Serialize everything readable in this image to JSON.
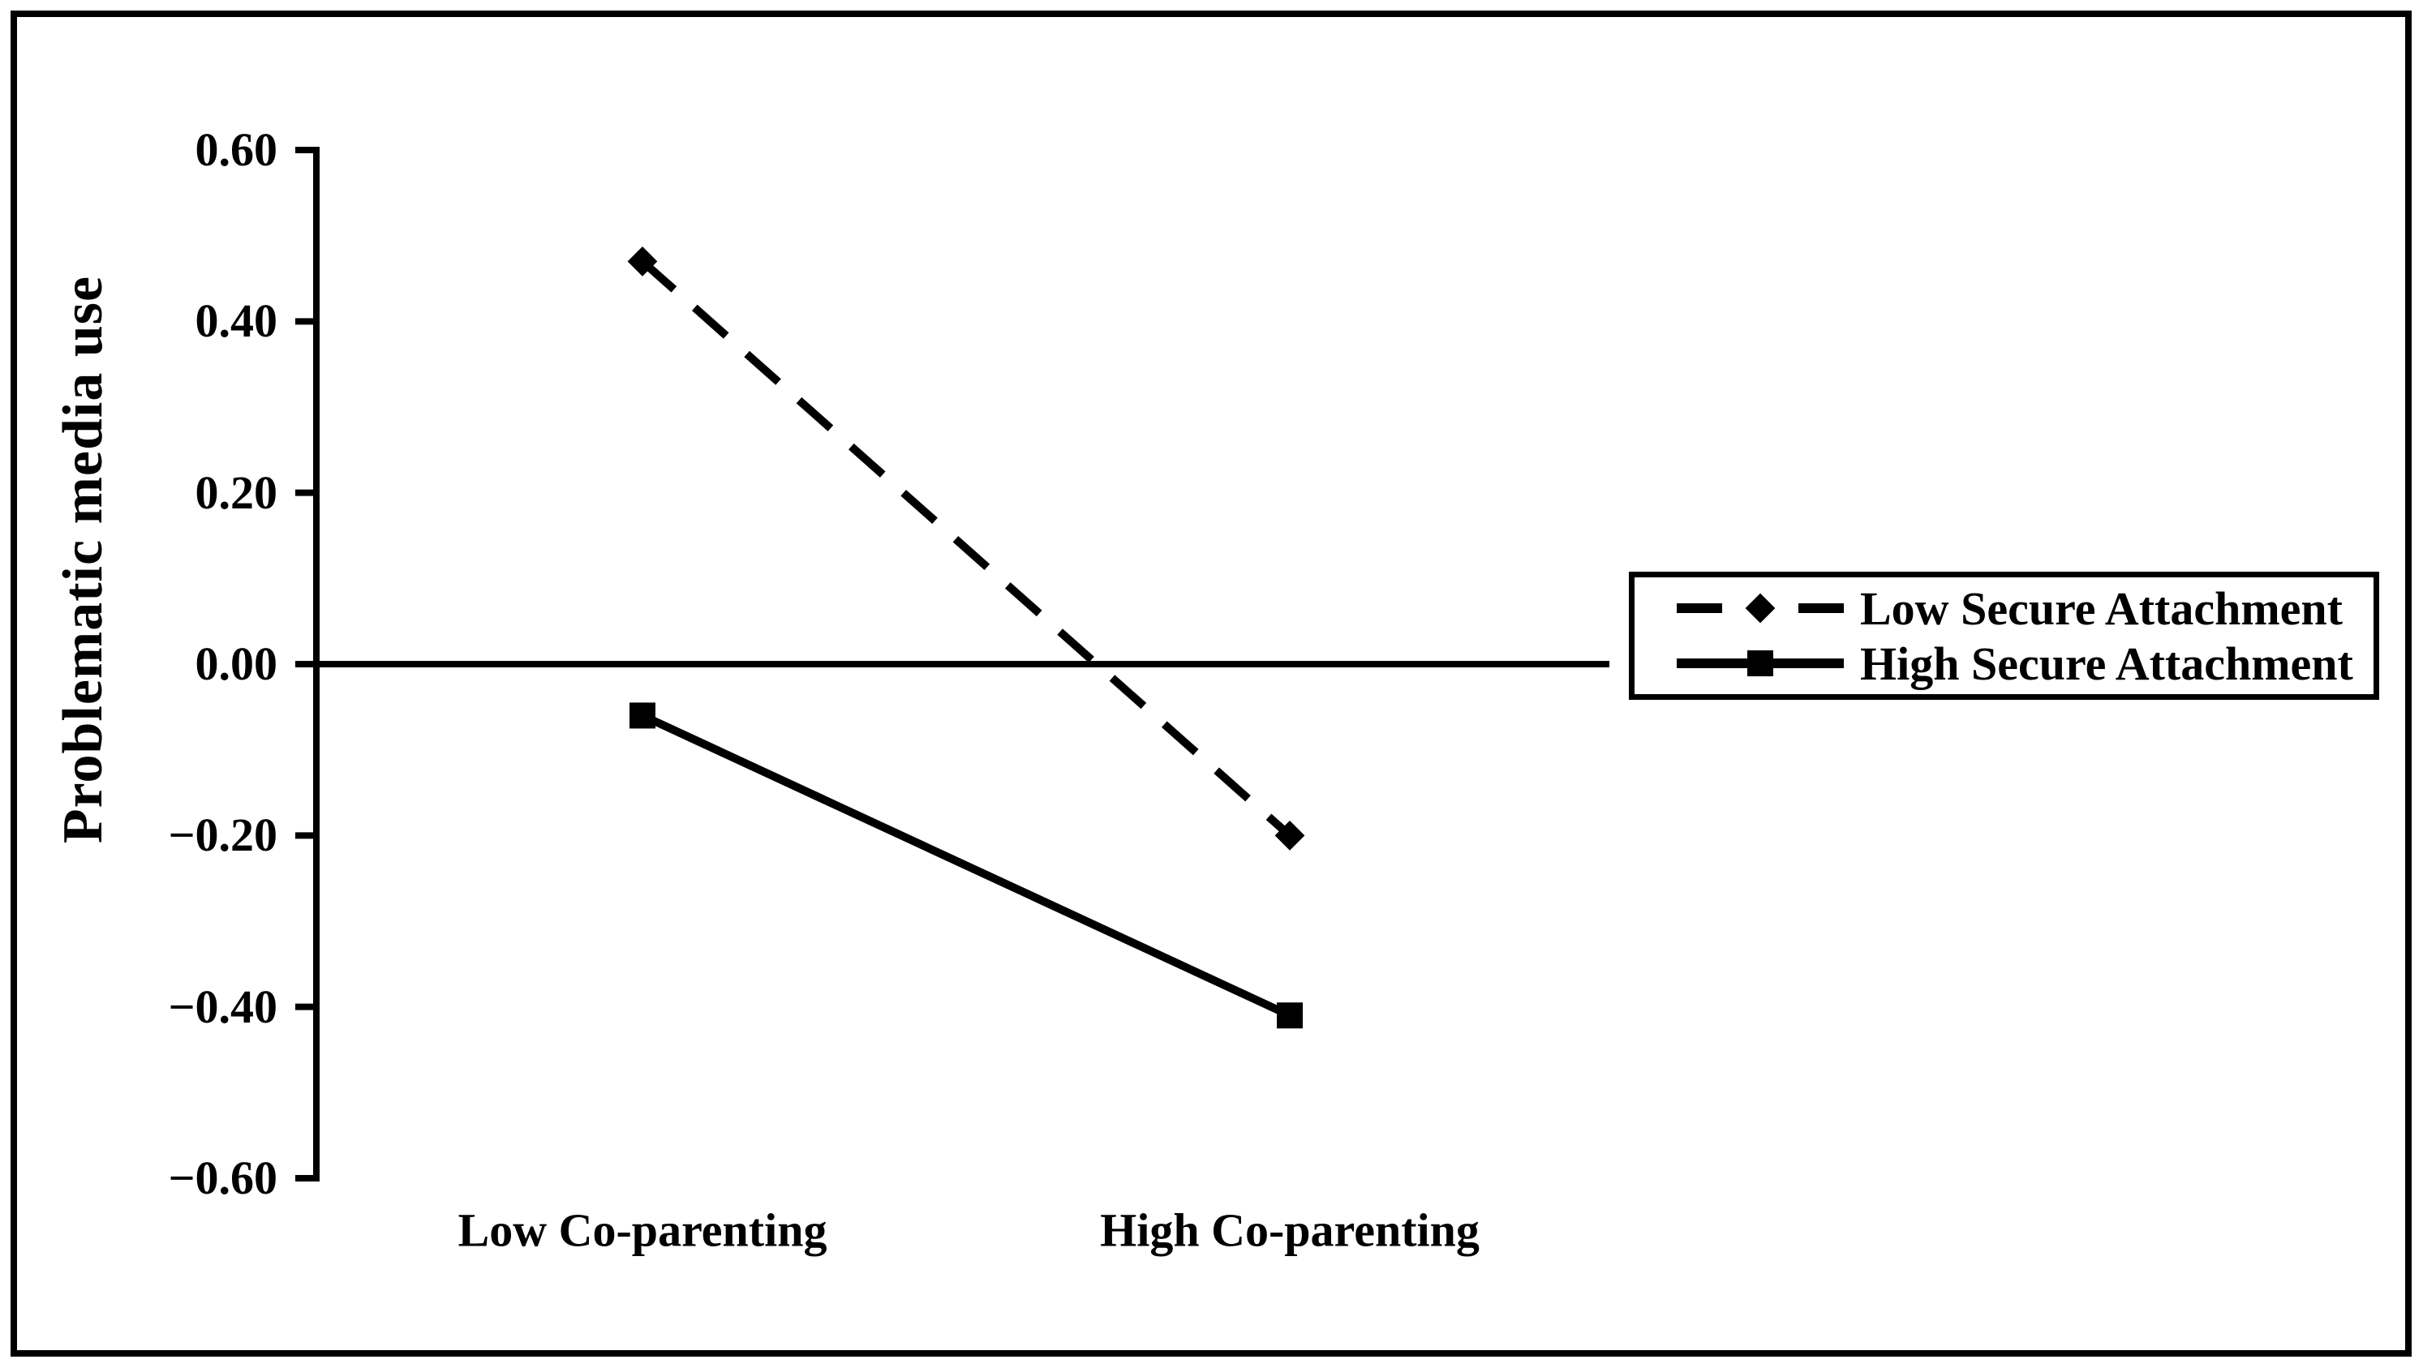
{
  "figure": {
    "background_color": "#ffffff",
    "border_color": "#000000",
    "ink_color": "#000000"
  },
  "chart_data": {
    "type": "line",
    "title": "",
    "xlabel": "",
    "ylabel": "Problematic media use",
    "categories": [
      "Low Co-parenting",
      "High Co-parenting"
    ],
    "series": [
      {
        "name": "Low Secure Attachment",
        "values": [
          0.47,
          -0.2
        ],
        "line_style": "dashed",
        "marker": "diamond",
        "color": "#000000"
      },
      {
        "name": "High Secure Attachment",
        "values": [
          -0.06,
          -0.41
        ],
        "line_style": "solid",
        "marker": "square",
        "color": "#000000"
      }
    ],
    "ylim": [
      -0.6,
      0.6
    ],
    "yticks": [
      0.6,
      0.4,
      0.2,
      0.0,
      -0.2,
      -0.4,
      -0.6
    ],
    "ytick_labels": [
      "0.60",
      "0.40",
      "0.20",
      "0.00",
      "−0.20",
      "−0.40",
      "−0.60"
    ],
    "grid": false,
    "zero_line": true,
    "legend_position": "right",
    "legend_border": true
  }
}
